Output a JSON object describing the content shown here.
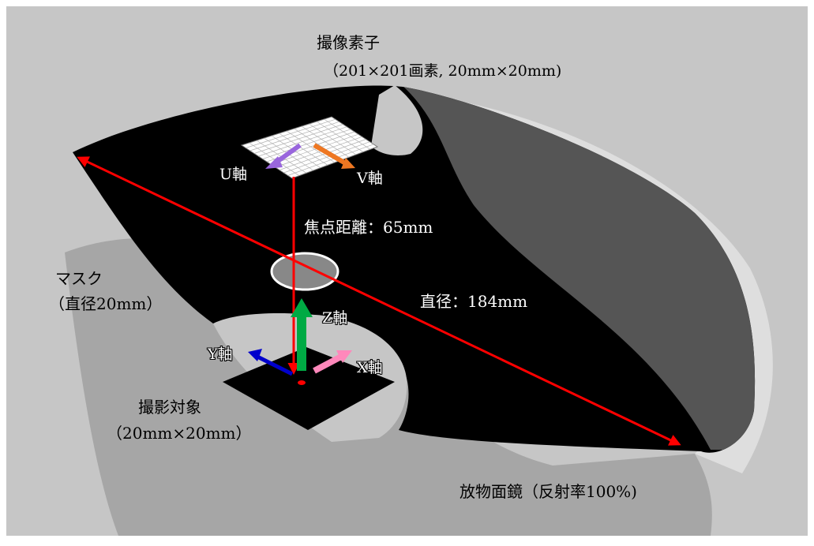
{
  "labels": {
    "sensor_title": "撮像素子",
    "sensor_spec": "（201×201画素, 20mm×20mm)",
    "u_axis": "U軸",
    "v_axis": "V軸",
    "focal_length": "焦点距離：65mm",
    "mask_title": "マスク",
    "mask_spec": "（直径20mm）",
    "diameter": "直径：184mm",
    "z_axis": "Z軸",
    "y_axis": "Y軸",
    "x_axis": "X軸",
    "target_title": "撮影対象",
    "target_spec": "（20mm×20mm）",
    "mirror": "放物面鏡（反射率100%)"
  },
  "colors": {
    "background": "#c6c6c6",
    "mirror_shadow": "#a6a6a6",
    "mirror_rim": "#dedede",
    "mirror_dark": "#000000",
    "mirror_grey": "#555555",
    "red_arrow": "#ff0000",
    "u_arrow": "#9966dd",
    "v_arrow": "#ee7722",
    "z_arrow": "#00aa44",
    "y_arrow": "#0000cc",
    "x_arrow": "#ff88bb",
    "mask_fill": "#888888"
  }
}
